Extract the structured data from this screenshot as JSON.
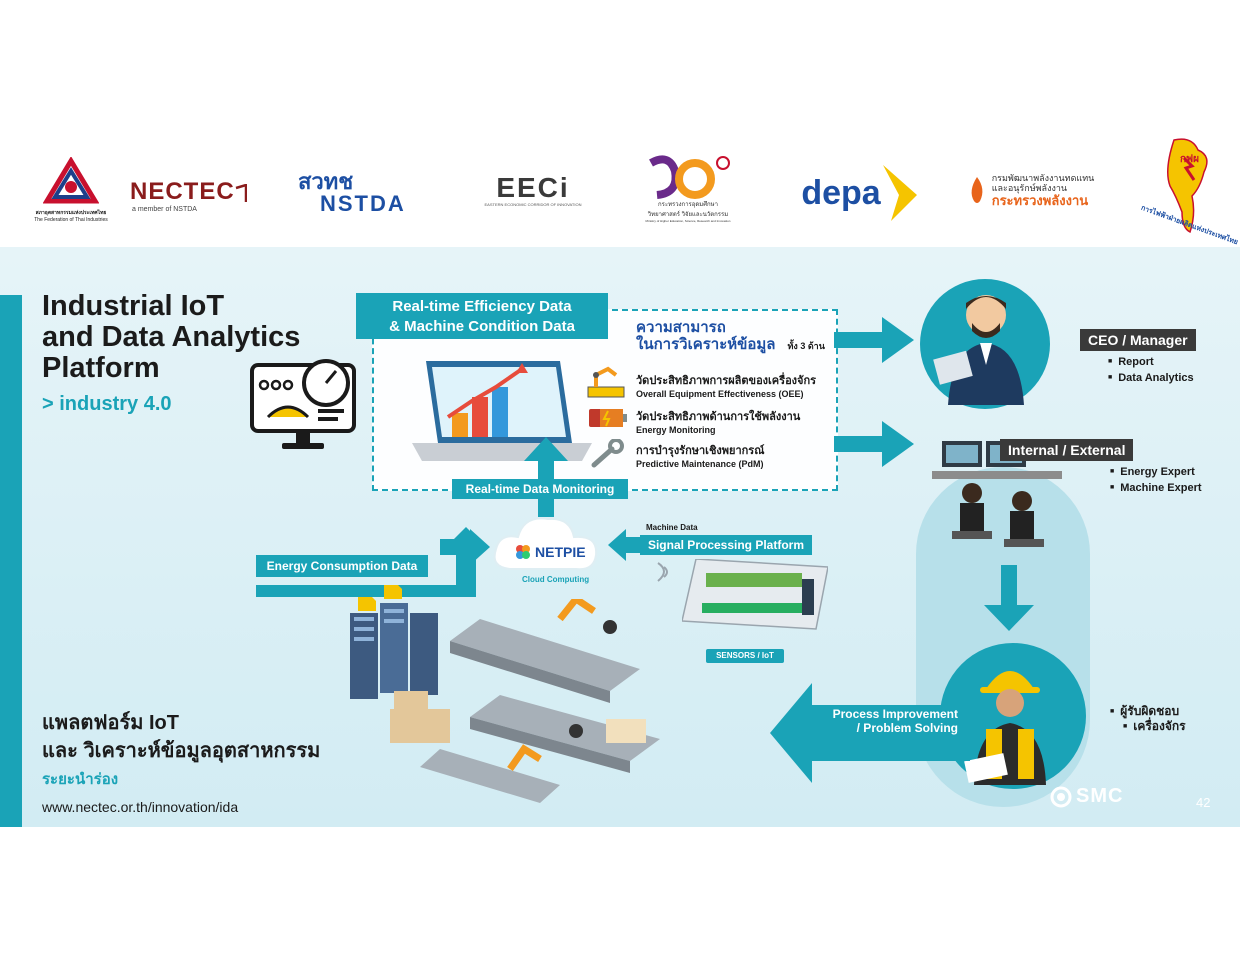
{
  "logos": {
    "fti": {
      "line1": "สภาอุตสาหกรรมแห่งประเทศไทย",
      "line2": "The Federation of Thai Industries"
    },
    "nectec": {
      "name": "NECTEC",
      "tagline": "a member of NSTDA"
    },
    "nstda": {
      "thai": "สวทช",
      "name": "NSTDA"
    },
    "eeci": {
      "name": "EECi",
      "tagline": "EASTERN ECONOMIC CORRIDOR OF INNOVATION"
    },
    "mhesi": {
      "line1": "กระทรวงการอุดมศึกษา",
      "line2": "วิทยาศาสตร์ วิจัยและนวัตกรรม",
      "line3": "Ministry of Higher Education, Science, Research and Innovation"
    },
    "depa": {
      "name": "depa"
    },
    "dede": {
      "line1": "กรมพัฒนาพลังงานทดแทน",
      "line2": "และอนุรักษ์พลังงาน",
      "line3": "กระทรวงพลังงาน"
    },
    "egat": {
      "mark": "กฟผ",
      "arc": "การไฟฟ้าฝ่ายผลิตแห่งประเทศไทย"
    }
  },
  "slide": {
    "title_lines": [
      "Industrial IoT",
      "and Data Analytics",
      "Platform"
    ],
    "subtitle": "> industry 4.0",
    "efficiency_box": [
      "Real-time Efficiency Data",
      "& Machine Condition Data"
    ],
    "analysis_heading": [
      "ความสามารถ",
      "ในการวิเคราะห์ข้อมูล"
    ],
    "analysis_suffix": "ทั้ง 3 ด้าน",
    "features": [
      {
        "thai": "วัดประสิทธิภาพการผลิตของเครื่องจักร",
        "en": "Overall Equipment Effectiveness (OEE)",
        "icon": "robot-arm-icon"
      },
      {
        "thai": "วัดประสิทธิภาพด้านการใช้พลังงาน",
        "en": "Energy Monitoring",
        "icon": "battery-icon"
      },
      {
        "thai": "การบำรุงรักษาเชิงพยากรณ์",
        "en": "Predictive Maintenance (PdM)",
        "icon": "wrench-icon"
      }
    ],
    "realtime_monitoring": "Real-time Data Monitoring",
    "energy_consumption": "Energy Consumption Data",
    "netpie": "NETPIE",
    "cloud_computing": "Cloud Computing",
    "machine_data": "Machine Data",
    "signal_processing": "Signal Processing Platform",
    "sensors": "SENSORS / IoT",
    "ceo_label": "CEO / Manager",
    "ceo_bullets": [
      "Report",
      "Data Analytics"
    ],
    "internal_label": "Internal / External",
    "internal_bullets": [
      "Energy Expert",
      "Machine Expert"
    ],
    "process_improvement": [
      "Process Improvement",
      "/ Problem Solving"
    ],
    "responsible": [
      "ผู้รับผิดชอบ",
      "เครื่องจักร"
    ],
    "thai_title": [
      "แพลตฟอร์ม IoT",
      "และ วิเคราะห์ข้อมูลอุตสาหกรรม"
    ],
    "pilot": "ระยะนำร่อง",
    "url": "www.nectec.or.th/innovation/ida",
    "smc": "SMC",
    "page_number": "42"
  },
  "colors": {
    "teal": "#1aa3b7",
    "dark": "#3a3a3a",
    "nectec_red": "#8a1c1c",
    "nstda_blue": "#1d4fa3",
    "depa_yellow": "#f5c400"
  }
}
